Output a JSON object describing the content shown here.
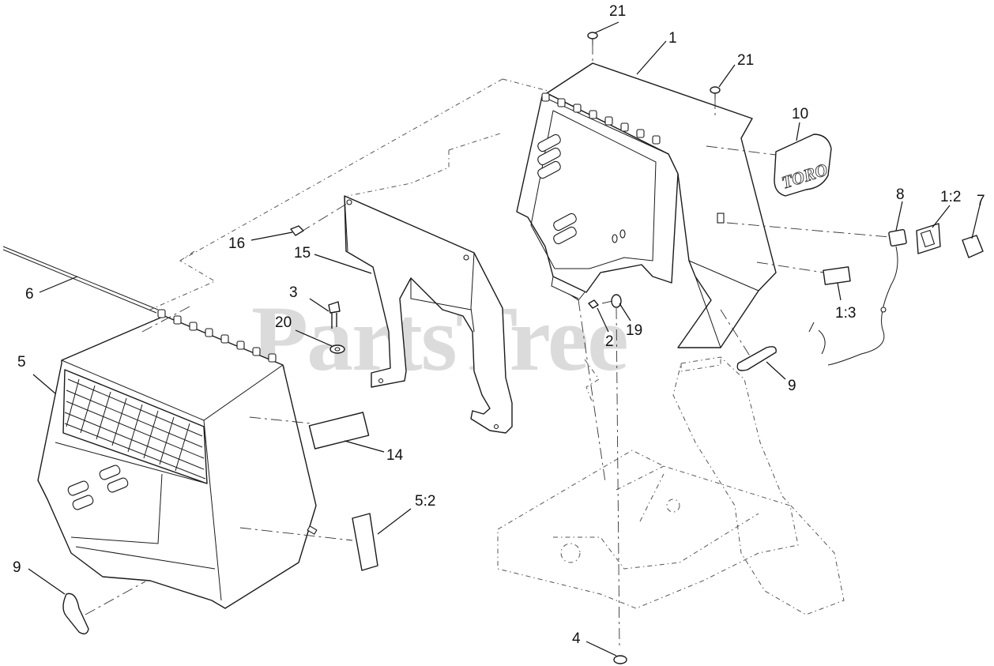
{
  "watermark": {
    "text": "PartsTree",
    "trademark": "TM"
  },
  "logo": {
    "text": "TORO"
  },
  "callouts": [
    {
      "id": "c21a",
      "label": "21"
    },
    {
      "id": "c1",
      "label": "1"
    },
    {
      "id": "c21b",
      "label": "21"
    },
    {
      "id": "c10",
      "label": "10"
    },
    {
      "id": "c8",
      "label": "8"
    },
    {
      "id": "c1_2",
      "label": "1:2"
    },
    {
      "id": "c7",
      "label": "7"
    },
    {
      "id": "c16",
      "label": "16"
    },
    {
      "id": "c15",
      "label": "15"
    },
    {
      "id": "c6",
      "label": "6"
    },
    {
      "id": "c3",
      "label": "3"
    },
    {
      "id": "c20",
      "label": "20"
    },
    {
      "id": "c2",
      "label": "2"
    },
    {
      "id": "c19",
      "label": "19"
    },
    {
      "id": "c1_3",
      "label": "1:3"
    },
    {
      "id": "c5",
      "label": "5"
    },
    {
      "id": "c9a",
      "label": "9"
    },
    {
      "id": "c14",
      "label": "14"
    },
    {
      "id": "c5_2",
      "label": "5:2"
    },
    {
      "id": "c9b",
      "label": "9"
    },
    {
      "id": "c4",
      "label": "4"
    }
  ]
}
